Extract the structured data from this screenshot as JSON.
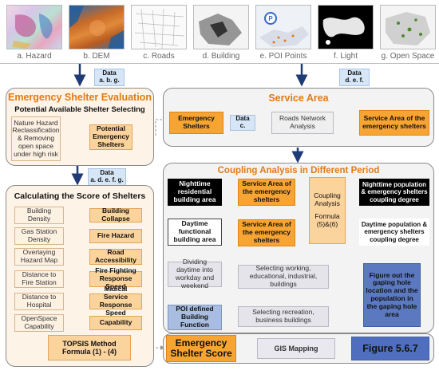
{
  "thumbnails": [
    {
      "label": "a. Hazard"
    },
    {
      "label": "b. DEM"
    },
    {
      "label": "c. Roads"
    },
    {
      "label": "d. Building"
    },
    {
      "label": "e. POI Points"
    },
    {
      "label": "f. Light"
    },
    {
      "label": "g. Open Space"
    }
  ],
  "data_tags": {
    "abg": {
      "line1": "Data",
      "line2": "a. b. g."
    },
    "def": {
      "line1": "Data",
      "line2": "d. e. f."
    },
    "c": {
      "line1": "Data",
      "line2": "c."
    },
    "adefg": {
      "line1": "Data",
      "line2": "a. d. e. f. g."
    }
  },
  "eval_panel": {
    "title": "Emergency Shelter Evaluation",
    "subtitle": "Potential Available Shelter Selecting",
    "process_text": "Nature Hazard Reclassification & Removing open space under high risk",
    "result_text": "Potential Emergency Shelters"
  },
  "service_panel": {
    "title": "Service Area",
    "shelters": "Emergency Shelters",
    "network": "Roads Network Analysis",
    "result": "Service Area of the emergency shelters"
  },
  "score_panel": {
    "title": "Calculating the Score of Shelters",
    "rows": [
      {
        "factor": "Building Density",
        "result": "Building Collapse"
      },
      {
        "factor": "Gas Station Density",
        "result": "Fire Hazard"
      },
      {
        "factor": "Overlaying Hazard Map",
        "result": "Road Accessibility"
      },
      {
        "factor": "Distance to Fire Station",
        "result": "Fire Fighting Response Speed"
      },
      {
        "factor": "Distance to Hospital",
        "result": "Midical Service Response Speed"
      },
      {
        "factor": "OpenSpace Capability",
        "result": "Capability"
      }
    ]
  },
  "coupling_panel": {
    "title": "Coupling Analysis in Different Period",
    "night_area": "Nighttime residential building area",
    "day_area": "Daytime functional building area",
    "service_area_1": "Service Area of the emergency shelters",
    "service_area_2": "Service Area of the emergency shelters",
    "coupling_line1": "Coupling Analysis",
    "coupling_line2": "Formula (5)&(6)",
    "night_result": "Nighttime population & emergency shelters coupling degree",
    "day_result": "Daytime population & emergency shelters coupling degree",
    "divide": "Dividing daytime into workday and weekend",
    "poi": "POI defined Building Function",
    "working": "Selecting working, educational, industrial, buildings",
    "recreation": "Selecting recreation, business buildings",
    "gap": "Figure out the gaping hole location and the population in the gaping hole area"
  },
  "bottom": {
    "topsis_line1": "TOPSIS Method",
    "topsis_line2": "Formula (1) - (4)",
    "score": "Emergency Shelter Score",
    "gis": "GIS Mapping",
    "figure": "Figure 5.6.7"
  }
}
